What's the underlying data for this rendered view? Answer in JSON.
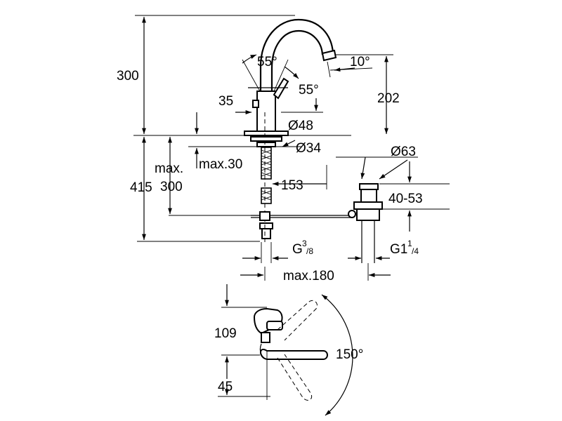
{
  "drawing": {
    "dimensions": {
      "total_height": "300",
      "spout_angle_left": "55°",
      "spout_angle_right": "55°",
      "spout_tilt": "10°",
      "outlet_height": "202",
      "lever_offset": "35",
      "body_diameter": "Ø48",
      "hole_diameter": "Ø34",
      "max_thickness_label": "max.30",
      "max_label": "max.",
      "max_value": "300",
      "total_length": "415",
      "waste_offset": "153",
      "waste_diameter": "Ø63",
      "waste_range": "40-53",
      "inlet_thread_main": "G",
      "inlet_thread_num": "3",
      "inlet_thread_den": "/8",
      "waste_thread_main": "G1",
      "waste_thread_num": "1",
      "waste_thread_den": "/4",
      "max_reach": "max.180",
      "top_view_height": "109",
      "top_view_offset": "45",
      "rotation_angle": "150°"
    }
  }
}
